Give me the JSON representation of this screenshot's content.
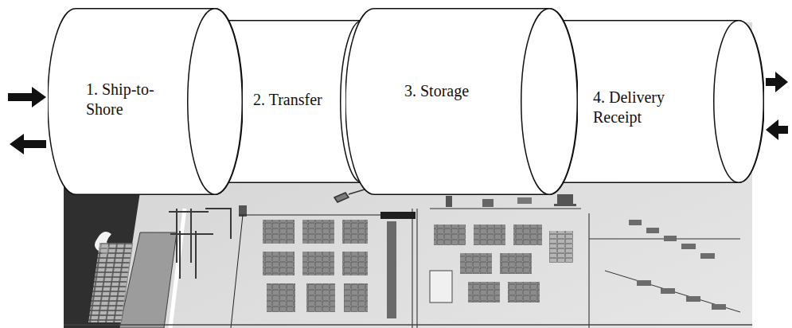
{
  "diagram": {
    "nodes": [
      {
        "text": [
          "1. Ship-to-Shore"
        ]
      },
      {
        "text": [
          "2. Transfer"
        ]
      },
      {
        "text": [
          "3. Storage"
        ]
      },
      {
        "text": [
          "4. Delivery Receipt"
        ]
      }
    ]
  }
}
